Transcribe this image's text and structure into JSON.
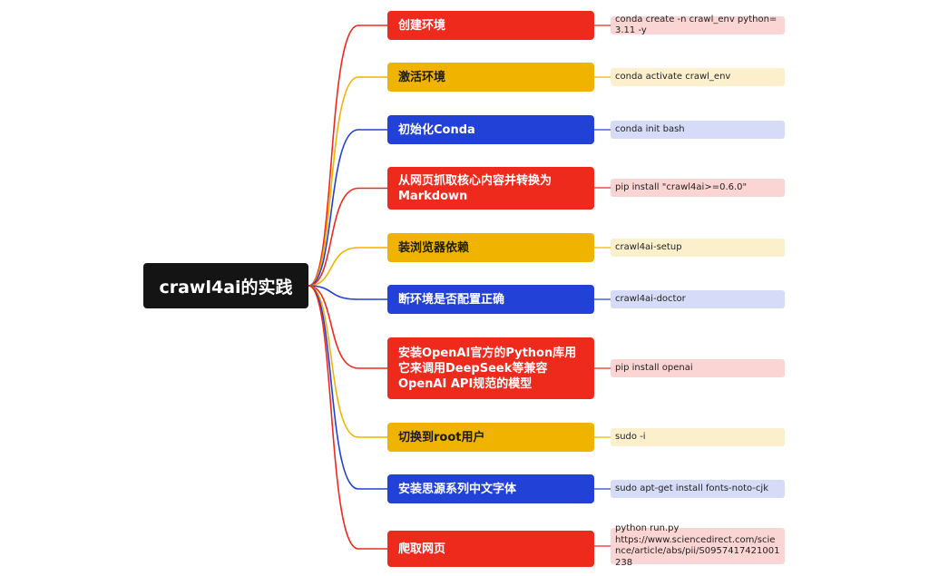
{
  "root": {
    "label": "crawl4ai的实践"
  },
  "colors": {
    "red": "#ee2a1c",
    "yellow": "#f0b400",
    "blue": "#2241d6",
    "red_light": "#fbd5d3",
    "yellow_light": "#fcf0cc",
    "blue_light": "#d6dbf7",
    "root_bg": "#141414"
  },
  "steps": [
    {
      "label": "创建环境",
      "color": "red",
      "command": "conda create -n crawl_env python=3.11 -y"
    },
    {
      "label": "激活环境",
      "color": "yellow",
      "command": "conda activate crawl_env"
    },
    {
      "label": "初始化Conda",
      "color": "blue",
      "command": "conda init bash"
    },
    {
      "label": "从网页抓取核心内容并转换为Markdown",
      "color": "red",
      "command": "pip install \"crawl4ai>=0.6.0\""
    },
    {
      "label": "装浏览器依赖",
      "color": "yellow",
      "command": "crawl4ai-setup"
    },
    {
      "label": "断环境是否配置正确",
      "color": "blue",
      "command": "crawl4ai-doctor"
    },
    {
      "label": "安装OpenAI官方的Python库用它来调用DeepSeek等兼容OpenAI API规范的模型",
      "color": "red",
      "command": "pip install openai"
    },
    {
      "label": "切换到root用户",
      "color": "yellow",
      "command": "sudo -i"
    },
    {
      "label": "安装思源系列中文字体",
      "color": "blue",
      "command": "sudo apt-get install fonts-noto-cjk"
    },
    {
      "label": "爬取网页",
      "color": "red",
      "command": "python run.py\nhttps://www.sciencedirect.com/science/article/abs/pii/S0957417421001238"
    }
  ]
}
